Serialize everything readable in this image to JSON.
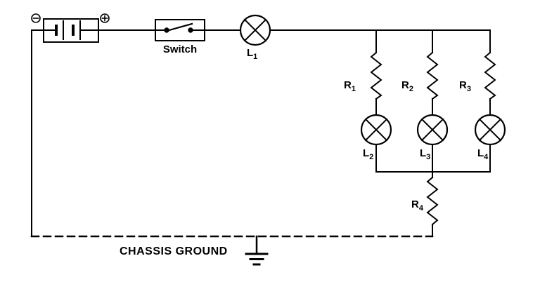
{
  "diagram": {
    "type": "electrical-circuit-schematic",
    "colors": {
      "background": "#ffffff",
      "stroke": "#000000"
    },
    "icons": {
      "battery_minus": "circled-minus",
      "battery_plus": "circled-plus",
      "lamp": "circle-with-x",
      "ground": "chassis-ground-bars"
    },
    "components": {
      "battery": {
        "terminal_left": "−",
        "terminal_right": "+"
      },
      "switch": {
        "label": "Switch"
      },
      "lamp1": {
        "label": "L",
        "sub": "1"
      },
      "resistor1": {
        "label": "R",
        "sub": "1"
      },
      "resistor2": {
        "label": "R",
        "sub": "2"
      },
      "resistor3": {
        "label": "R",
        "sub": "3"
      },
      "lamp2": {
        "label": "L",
        "sub": "2"
      },
      "lamp3": {
        "label": "L",
        "sub": "3"
      },
      "lamp4": {
        "label": "L",
        "sub": "4"
      },
      "resistor4": {
        "label": "R",
        "sub": "4"
      },
      "ground": {
        "label": "CHASSIS GROUND"
      }
    }
  }
}
